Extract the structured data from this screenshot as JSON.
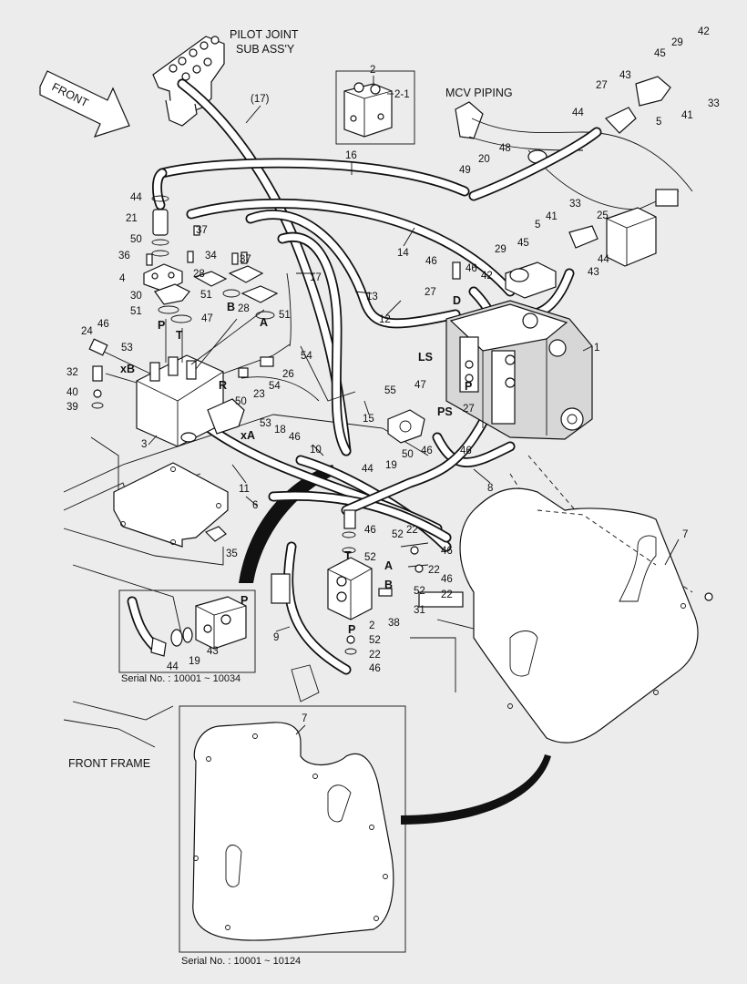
{
  "captions": {
    "pilot_joint": "PILOT JOINT",
    "sub_assy": "SUB ASS'Y",
    "mcv_piping": "MCV PIPING",
    "front_frame": "FRONT FRAME",
    "front_arrow": "FRONT"
  },
  "serial_notes": {
    "inset_upper": "Serial No. : 10001 ~ 10034",
    "inset_lower": "Serial No. : 10001 ~ 10124"
  },
  "port_labels": {
    "P_left": "P",
    "T_left": "T",
    "B_left": "B",
    "A_left": "A",
    "xB": "xB",
    "xA": "xA",
    "R": "R",
    "D": "D",
    "LS": "LS",
    "P_mcv": "P",
    "PS": "PS",
    "T_lower": "T",
    "A_lower": "A",
    "B_lower": "B",
    "P_lower": "P",
    "P_inset": "P"
  },
  "callouts": {
    "c_2_top": "2",
    "c_2_1": "2-1",
    "c_17_paren": "(17)",
    "c_42_tr": "42",
    "c_29_tr": "29",
    "c_45_tr": "45",
    "c_43_tr": "43",
    "c_27_tr": "27",
    "c_44_tr": "44",
    "c_5_tr": "5",
    "c_41_tr": "41",
    "c_33_tr": "33",
    "c_48": "48",
    "c_20": "20",
    "c_49": "49",
    "c_16": "16",
    "c_14": "14",
    "c_33_mid": "33",
    "c_25": "25",
    "c_41_mid": "41",
    "c_5_mid": "5",
    "c_45_mid": "45",
    "c_29_mid": "29",
    "c_44_mid": "44",
    "c_43_mid": "43",
    "c_46_mid": "46",
    "c_46_mid2": "46",
    "c_42_mid": "42",
    "c_27_mid": "27",
    "c_1": "1",
    "c_44_left": "44",
    "c_21": "21",
    "c_50_left": "50",
    "c_37_a": "37",
    "c_34": "34",
    "c_37_b": "37",
    "c_36": "36",
    "c_4": "4",
    "c_28_a": "28",
    "c_28_b": "28",
    "c_30": "30",
    "c_51_a": "51",
    "c_51_b": "51",
    "c_51_c": "51",
    "c_47_left": "47",
    "c_17": "17",
    "c_13": "13",
    "c_12": "12",
    "c_24": "24",
    "c_46_l": "46",
    "c_53_l": "53",
    "c_32": "32",
    "c_40": "40",
    "c_39": "39",
    "c_3": "3",
    "c_54_a": "54",
    "c_54_b": "54",
    "c_26": "26",
    "c_23": "23",
    "c_50_mid": "50",
    "c_55": "55",
    "c_47_mid": "47",
    "c_15": "15",
    "c_53_mid": "53",
    "c_18": "18",
    "c_46_m3": "46",
    "c_10": "10",
    "c_44_m": "44",
    "c_19_m": "19",
    "c_50_m": "50",
    "c_46_r1": "46",
    "c_27_low": "27",
    "c_46_r2": "46",
    "c_11": "11",
    "c_6": "6",
    "c_8": "8",
    "c_35": "35",
    "c_46_c": "46",
    "c_52_c": "52",
    "c_22_c": "22",
    "c_46_c2": "46",
    "c_22_c2": "22",
    "c_52_c2": "52",
    "c_46_c3": "46",
    "c_52_c3": "52",
    "c_22_c3": "22",
    "c_31": "31",
    "c_38": "38",
    "c_2_low": "2",
    "c_52_low": "52",
    "c_22_low": "22",
    "c_46_low": "46",
    "c_9": "9",
    "c_7_right": "7",
    "c_7_inset": "7",
    "c_44_inset": "44",
    "c_19_inset": "19",
    "c_43_inset": "43"
  }
}
